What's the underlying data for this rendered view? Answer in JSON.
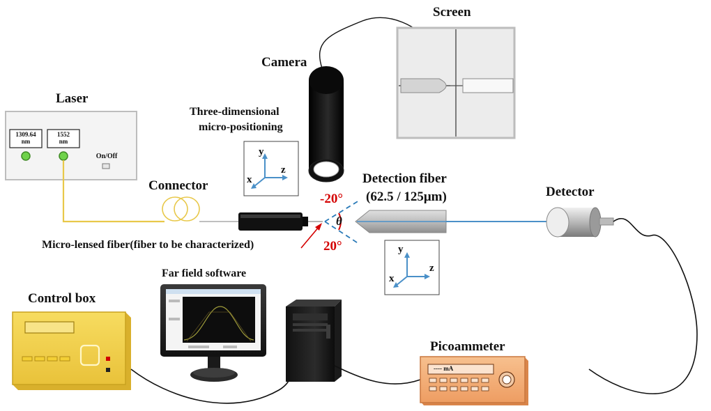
{
  "labels": {
    "laser": "Laser",
    "laser_ch1_value": "1309.64",
    "laser_ch1_unit": "nm",
    "laser_ch2_value": "1552",
    "laser_ch2_unit": "nm",
    "laser_switch": "On/Off",
    "camera": "Camera",
    "screen": "Screen",
    "positioning_line1": "Three-dimensional",
    "positioning_line2": "micro-positioning",
    "connector": "Connector",
    "detection_fiber": "Detection fiber",
    "detection_fiber_spec": "(62.5 / 125μm)",
    "detector": "Detector",
    "angle_neg": "-20°",
    "angle_pos": "20°",
    "theta": "θ",
    "microlensed": "Micro-lensed fiber(fiber to be characterized)",
    "far_field": "Far field software",
    "control_box": "Control box",
    "picoammeter": "Picoammeter",
    "picoammeter_display": "---- mA"
  },
  "axes": {
    "y": "y",
    "x": "x",
    "z": "z"
  },
  "colors": {
    "fiber_yellow": "#e8c84a",
    "fiber_blue": "#4a90c8",
    "angle_red": "#d40000",
    "dash_blue": "#2a7ab8",
    "control_box": "#f2d24a",
    "picoammeter": "#f4b07a",
    "led_green": "#6fd24a"
  }
}
